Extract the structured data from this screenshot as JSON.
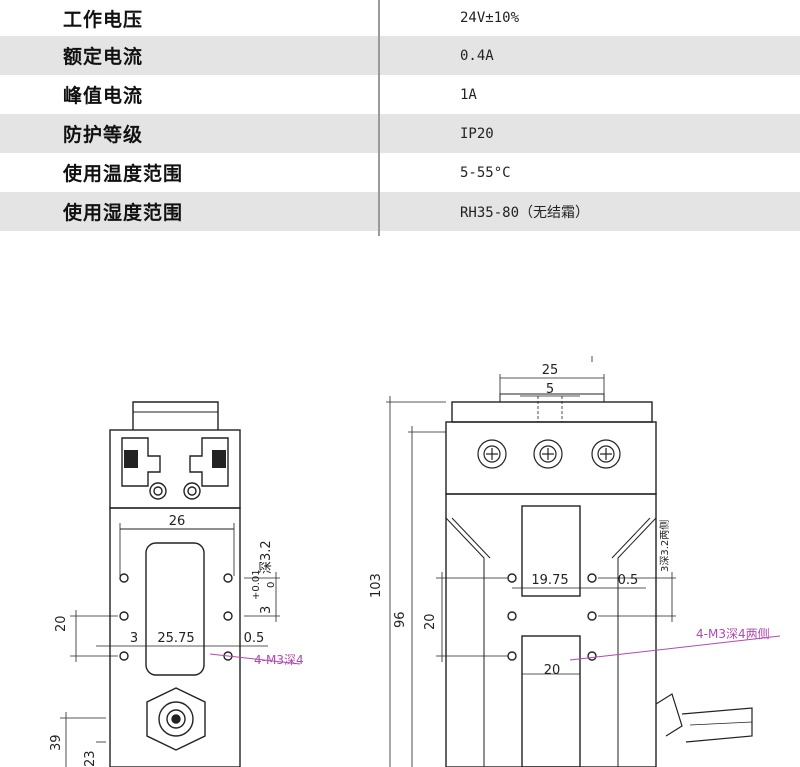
{
  "specs": [
    {
      "label": "工作电压",
      "value": "24V±10%"
    },
    {
      "label": "额定电流",
      "value": "0.4A"
    },
    {
      "label": "峰值电流",
      "value": "1A"
    },
    {
      "label": "防护等级",
      "value": "IP20"
    },
    {
      "label": "使用温度范围",
      "value": "5-55°C"
    },
    {
      "label": "使用湿度范围",
      "value": "RH35-80（无结霜）"
    }
  ],
  "left_view": {
    "dim_top_width": "26",
    "dim_hole_depth": "3",
    "dim_tol_plus": "+0.01",
    "dim_tol_zero": "0",
    "dim_depth_note": "深3.2",
    "dim_vertical_spacing": "20",
    "dim_offset_3": "3",
    "dim_hole_spacing": "25.75",
    "dim_offset_05": "0.5",
    "thread_note": "4-M3深4",
    "dim_39": "39",
    "dim_23": "23"
  },
  "right_view": {
    "dim_width_25": "25",
    "dim_slot_5": "5",
    "dim_total_height": "103",
    "dim_height_96": "96",
    "dim_vertical_spacing": "20",
    "dim_hole_spacing": "19.75",
    "dim_offset_05": "0.5",
    "dim_depth_note": "3深3.2两侧",
    "thread_note": "4-M3深4两侧",
    "dim_bottom_20": "20"
  },
  "colors": {
    "row_shade": "#e4e4e4",
    "line": "#222222",
    "annotation": "#b04ab0"
  }
}
